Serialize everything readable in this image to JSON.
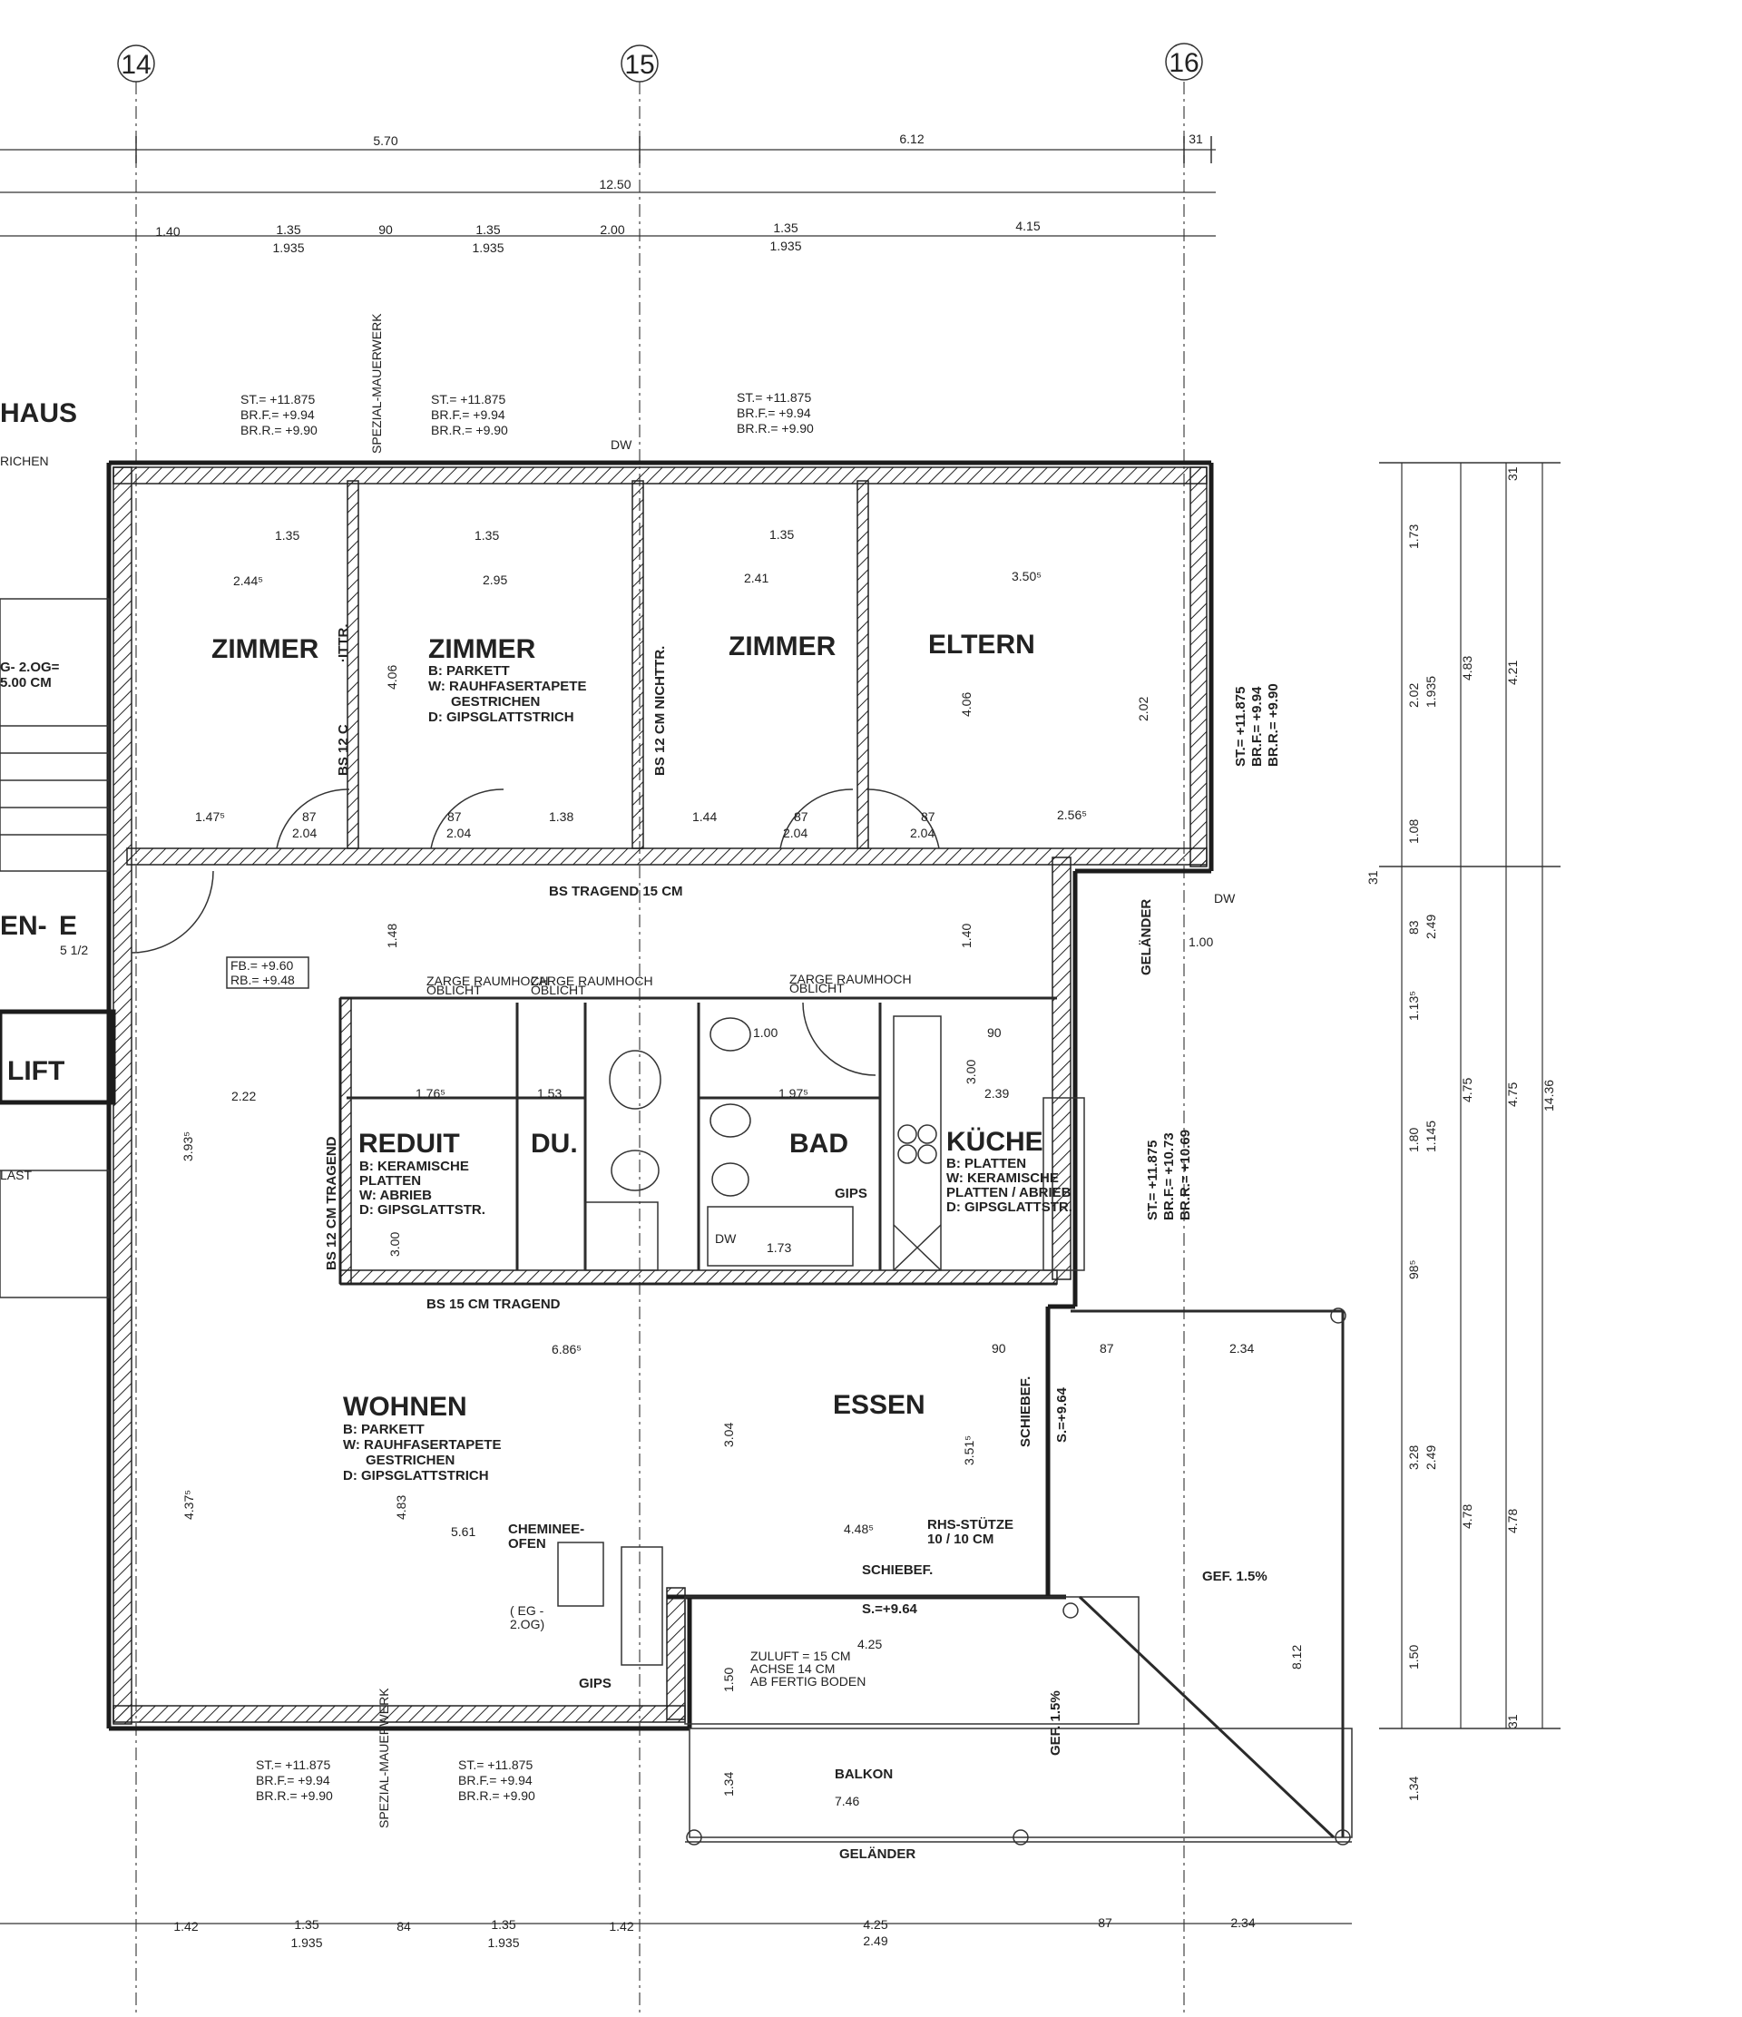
{
  "axes": [
    "14",
    "15",
    "16"
  ],
  "dims_top": {
    "row1": [
      "5.70",
      "6.12",
      "31"
    ],
    "row2": [
      "12.50"
    ],
    "row3": [
      "1.40",
      "1.35",
      "1.935",
      "90",
      "1.35",
      "1.935",
      "2.00",
      "1.35",
      "1.935",
      "4.15"
    ]
  },
  "elevation_notes": {
    "st": "ST.= +11.875",
    "brf": "BR.F.= +9.94",
    "brr": "BR.R.= +9.90"
  },
  "rooms": {
    "zimmer1": "ZIMMER",
    "zimmer2": "ZIMMER",
    "zimmer3": "ZIMMER",
    "eltern": "ELTERN",
    "reduit": "REDUIT",
    "du": "DU.",
    "bad": "BAD",
    "kueche": "KÜCHE",
    "wohnen": "WOHNEN",
    "essen": "ESSEN",
    "balkon": "BALKON",
    "lift": "LIFT"
  },
  "finish_zimmer": {
    "b": "B: PARKETT",
    "w": "W: RAUHFASERTAPETE",
    "w2": "GESTRICHEN",
    "d": "D: GIPSGLATTSTRICH"
  },
  "finish_reduit": {
    "b": "B: KERAMISCHE",
    "b2": "PLATTEN",
    "w": "W: ABRIEB",
    "d": "D: GIPSGLATTSTR."
  },
  "finish_kueche": {
    "b": "B: PLATTEN",
    "w": "W: KERAMISCHE",
    "w2": "PLATTEN / ABRIEB",
    "d": "D: GIPSGLATTSTR."
  },
  "finish_wohnen": {
    "b": "B: PARKETT",
    "w": "W: RAUHFASERTAPETE",
    "w2": "GESTRICHEN",
    "d": "D: GIPSGLATTSTRICH"
  },
  "labels": {
    "bs_tragend_15": "BS TRAGEND 15 CM",
    "bs_15_tragend": "BS 15 CM TRAGEND",
    "bs_12_tragend": "BS 12 CM TRAGEND",
    "bs_12_nichttr": "BS 12 CM NICHTTR.",
    "bs_12_c": "BS 12 C",
    "nichttr_frag": "·ITTR.",
    "spezial_mauerwerk": "SPEZIAL-MAUERWERK",
    "dw": "DW",
    "haus_frag": "HAUS",
    "richen_frag": "RICHEN",
    "og_frag": "G- 2.OG=",
    "cm_frag": "5.00 CM",
    "en_frag": "EN-",
    "e_frag": "E",
    "half_frag": "5 1/2",
    "last_frag": "LAST",
    "fb": "FB.= +9.60",
    "rb": "RB.= +9.48",
    "zarge": "ZARGE RAUMHOCH",
    "zarge2": "OBLICHT",
    "gips": "GIPS",
    "cheminee": "CHEMINEE-",
    "cheminee2": "OFEN",
    "eg_og": "( EG -",
    "eg_og2": "2.OG)",
    "rhs": "RHS-STÜTZE",
    "rhs2": "10 / 10 CM",
    "schiebef": "SCHIEBEF.",
    "s_964": "S.=+9.64",
    "zuluft": "ZULUFT = 15 CM",
    "zuluft2": "ACHSE 14 CM",
    "zuluft3": "AB FERTIG BODEN",
    "gef": "GEF. 1.5%",
    "gelaender": "GELÄNDER",
    "st_kueche": "ST.= +11.875",
    "brf_kueche": "BR.F.= +10.73",
    "brr_kueche": "BR.R.= +10.69",
    "brf_eltern": "BR.F.= +9.94",
    "brr_eltern": "BR.R.= +9.90"
  },
  "dims_inner": {
    "d244": "2.44⁵",
    "d295": "2.95",
    "d241": "2.41",
    "d350": "3.50⁵",
    "d135": "1.35",
    "d406": "4.06",
    "d202": "2.02",
    "d147": "1.47⁵",
    "d87": "87",
    "d204": "2.04",
    "d138": "1.38",
    "d144": "1.44",
    "d256": "2.56⁵",
    "d148": "1.48",
    "d140": "1.40",
    "d222": "2.22",
    "d393": "3.93⁵",
    "d300": "3.00",
    "d239": "2.39",
    "d686": "6.86⁵",
    "d304": "3.04",
    "d351": "3.51⁵",
    "d437": "4.37⁵",
    "d483": "4.83",
    "d561": "5.61",
    "d448": "4.48⁵",
    "d425": "4.25",
    "d173": "1.73",
    "d746": "7.46",
    "d150": "1.50",
    "d134": "1.34",
    "d234": "2.34",
    "d176": "1.76⁵",
    "d153": "1.53",
    "d197": "1.97⁵",
    "d100": "1.00",
    "d90": "90",
    "d87b": "87"
  },
  "dims_right": [
    "31",
    "1.73",
    "2.02",
    "1.935",
    "4.83",
    "4.21",
    "1.08",
    "31",
    "83",
    "2.49",
    "1.13⁵",
    "4.75",
    "4.75",
    "14.36",
    "1.80",
    "1.145",
    "98⁵",
    "3.28",
    "2.49",
    "4.78",
    "4.78",
    "1.50",
    "8.12",
    "31",
    "1.34"
  ],
  "dims_bottom": [
    "1.42",
    "1.35",
    "1.935",
    "84",
    "1.35",
    "1.935",
    "1.42",
    "4.25",
    "2.49",
    "87",
    "2.34"
  ]
}
